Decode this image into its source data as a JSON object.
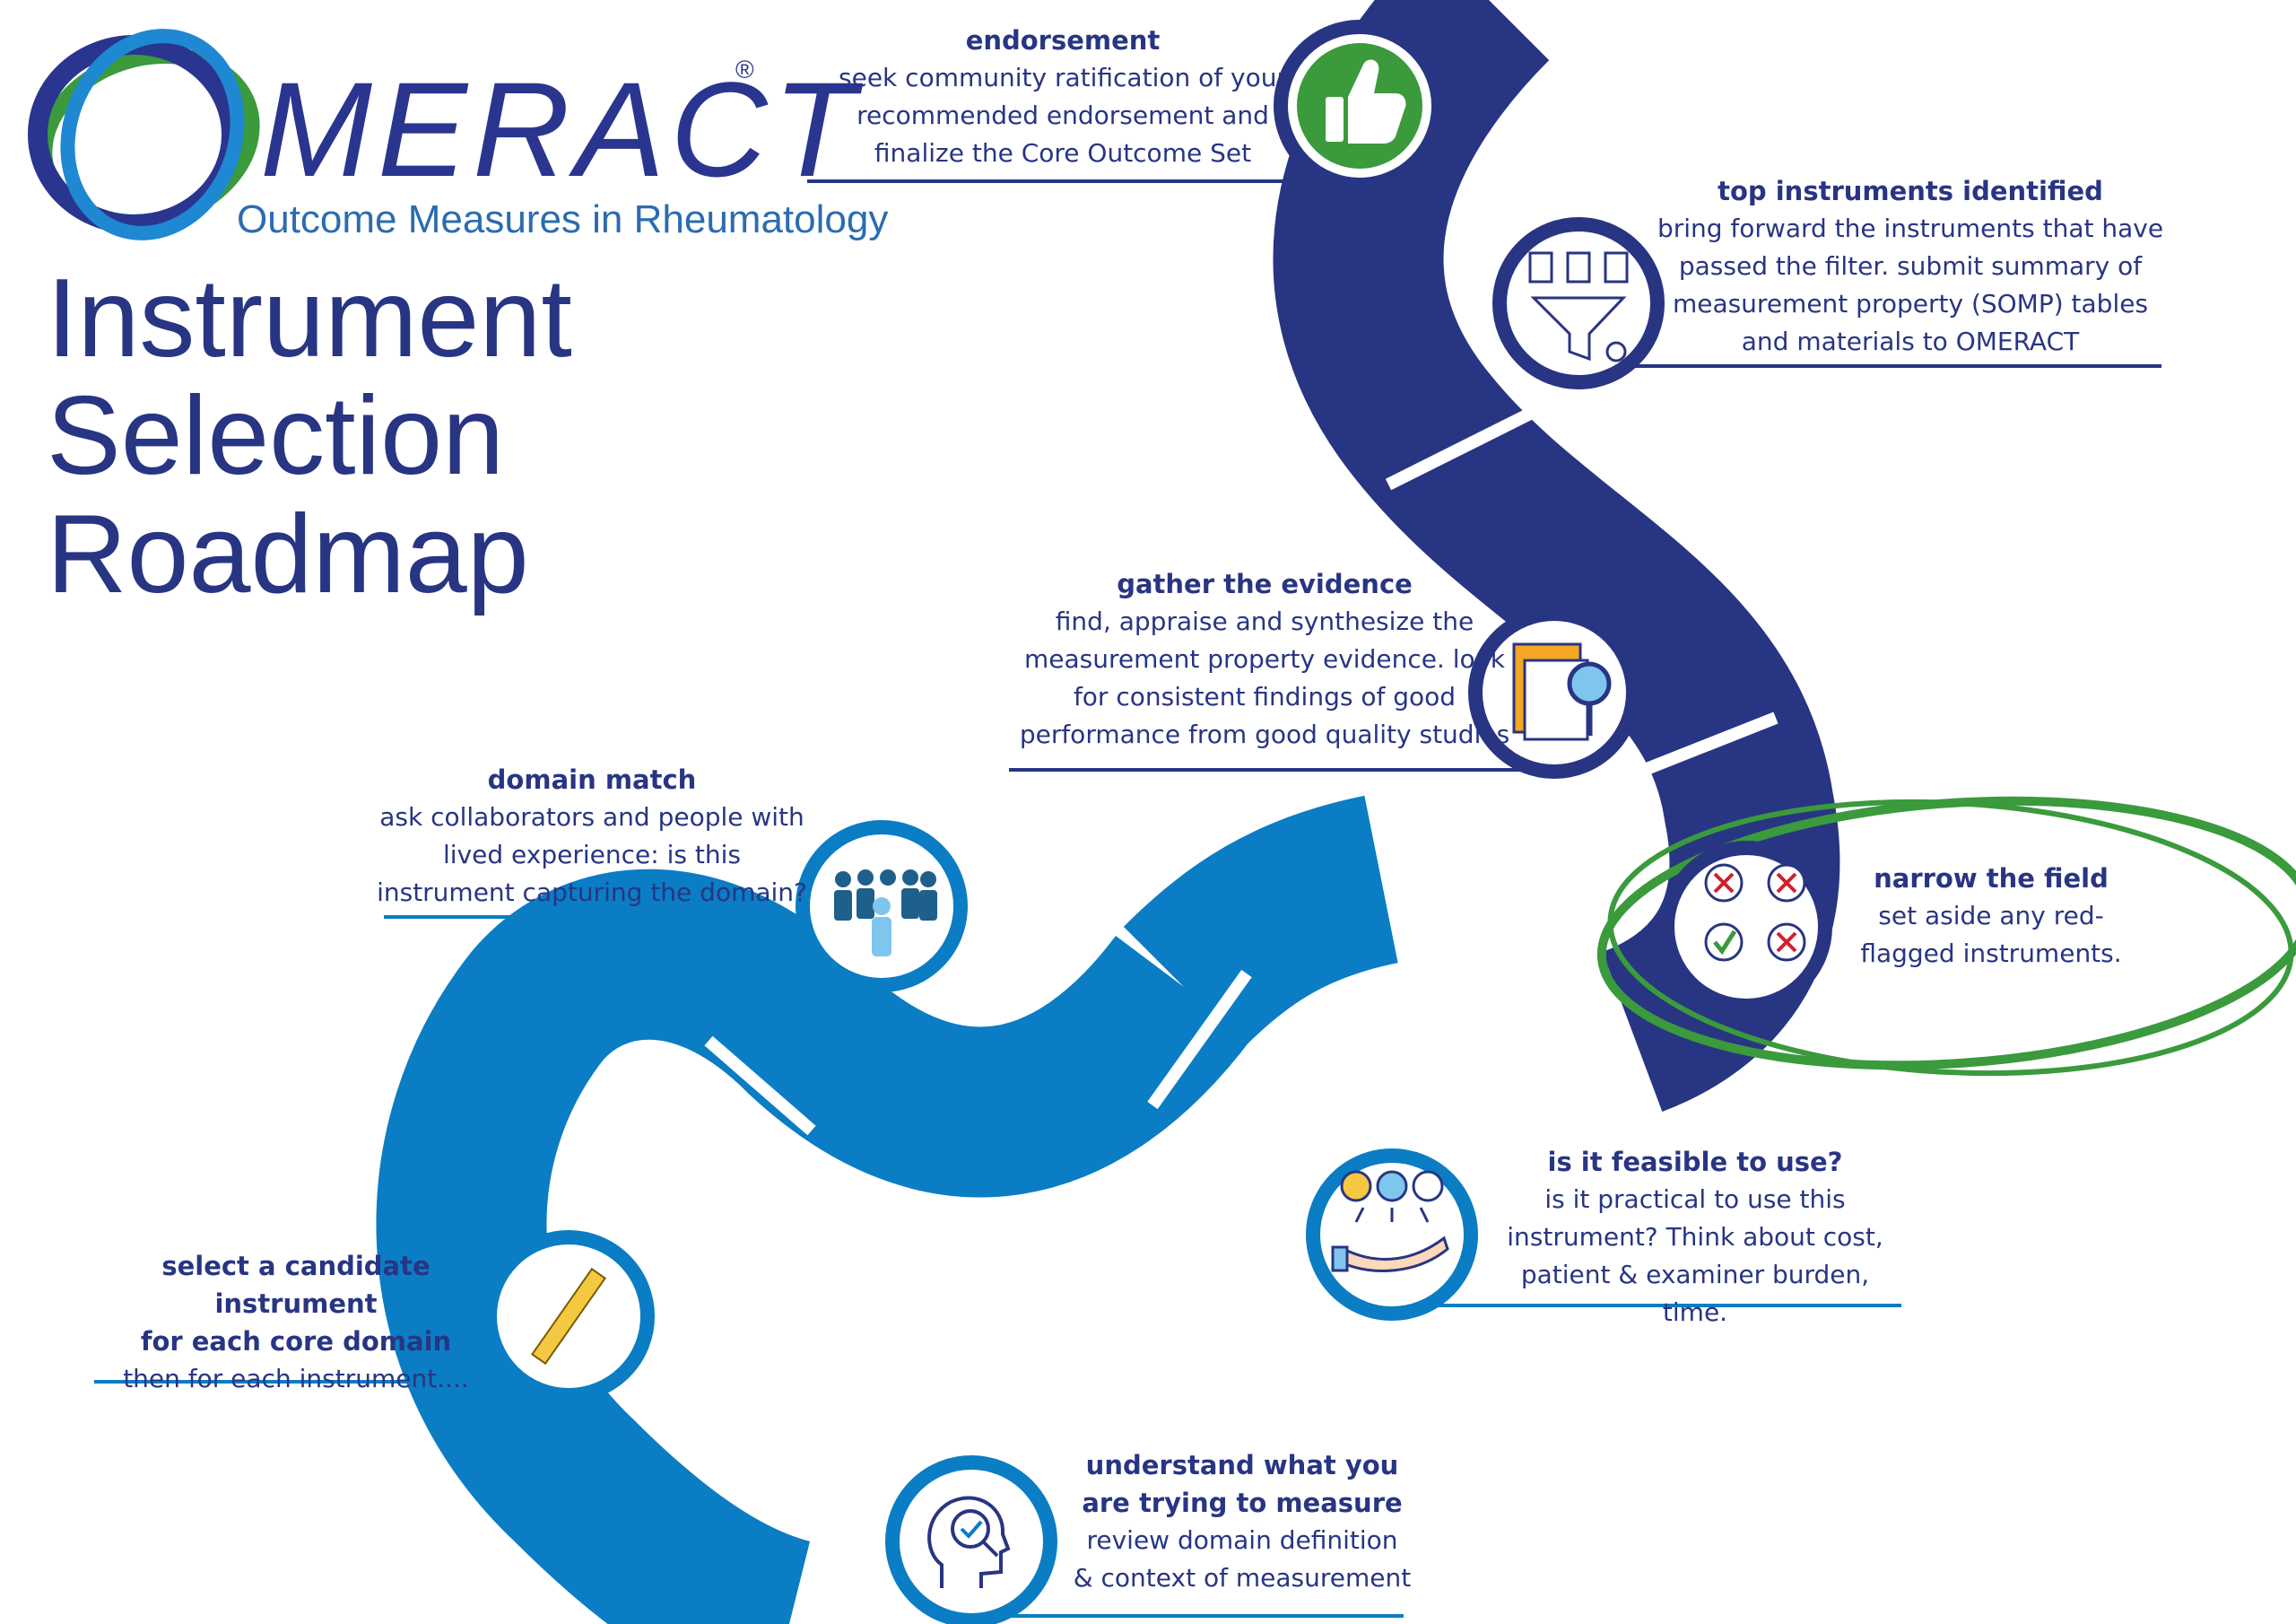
{
  "logo": {
    "word": "MERACT",
    "subtitle": "Outcome Measures in Rheumatology",
    "registered": "®"
  },
  "title": "Instrument\nSelection\nRoadmap",
  "steps": [
    {
      "id": "endorsement",
      "title": "endorsement",
      "text": "seek community ratification of your\nrecommended endorsement and\nfinalize the Core Outcome Set",
      "icon": "thumbs-up-icon"
    },
    {
      "id": "top-instruments",
      "title": "top instruments identified",
      "text": "bring forward the instruments that have\npassed the filter. submit summary of\nmeasurement property (SOMP) tables\nand materials to OMERACT",
      "icon": "document-filter-icon"
    },
    {
      "id": "gather-evidence",
      "title": "gather the evidence",
      "text": "find, appraise and synthesize the\nmeasurement property evidence. look\nfor consistent findings of good\nperformance from good quality studies",
      "icon": "folder-magnifier-icon"
    },
    {
      "id": "narrow-field",
      "title": "narrow the field",
      "text": "set aside any red-\nflagged instruments.",
      "icon": "red-flag-selection-icon"
    },
    {
      "id": "domain-match",
      "title": "domain match",
      "text": "ask collaborators and people with\nlived experience: is this\ninstrument capturing the domain?",
      "icon": "people-group-icon"
    },
    {
      "id": "feasible",
      "title": "is it feasible to use?",
      "text": "is it practical to use this\ninstrument? Think about cost,\npatient & examiner burden, time.",
      "icon": "hand-cost-time-icon"
    },
    {
      "id": "select-candidate",
      "title": "select a candidate instrument\nfor each core domain",
      "text": "then for each instrument....",
      "icon": "ruler-icon"
    },
    {
      "id": "understand",
      "title": "understand what you\nare trying to measure",
      "text": "review domain definition\n& context of measurement",
      "icon": "head-magnifier-icon"
    }
  ],
  "colors": {
    "dark_road": "#283583",
    "light_road": "#0a7dc4",
    "green": "#3a9a3c",
    "text": "#283583"
  }
}
